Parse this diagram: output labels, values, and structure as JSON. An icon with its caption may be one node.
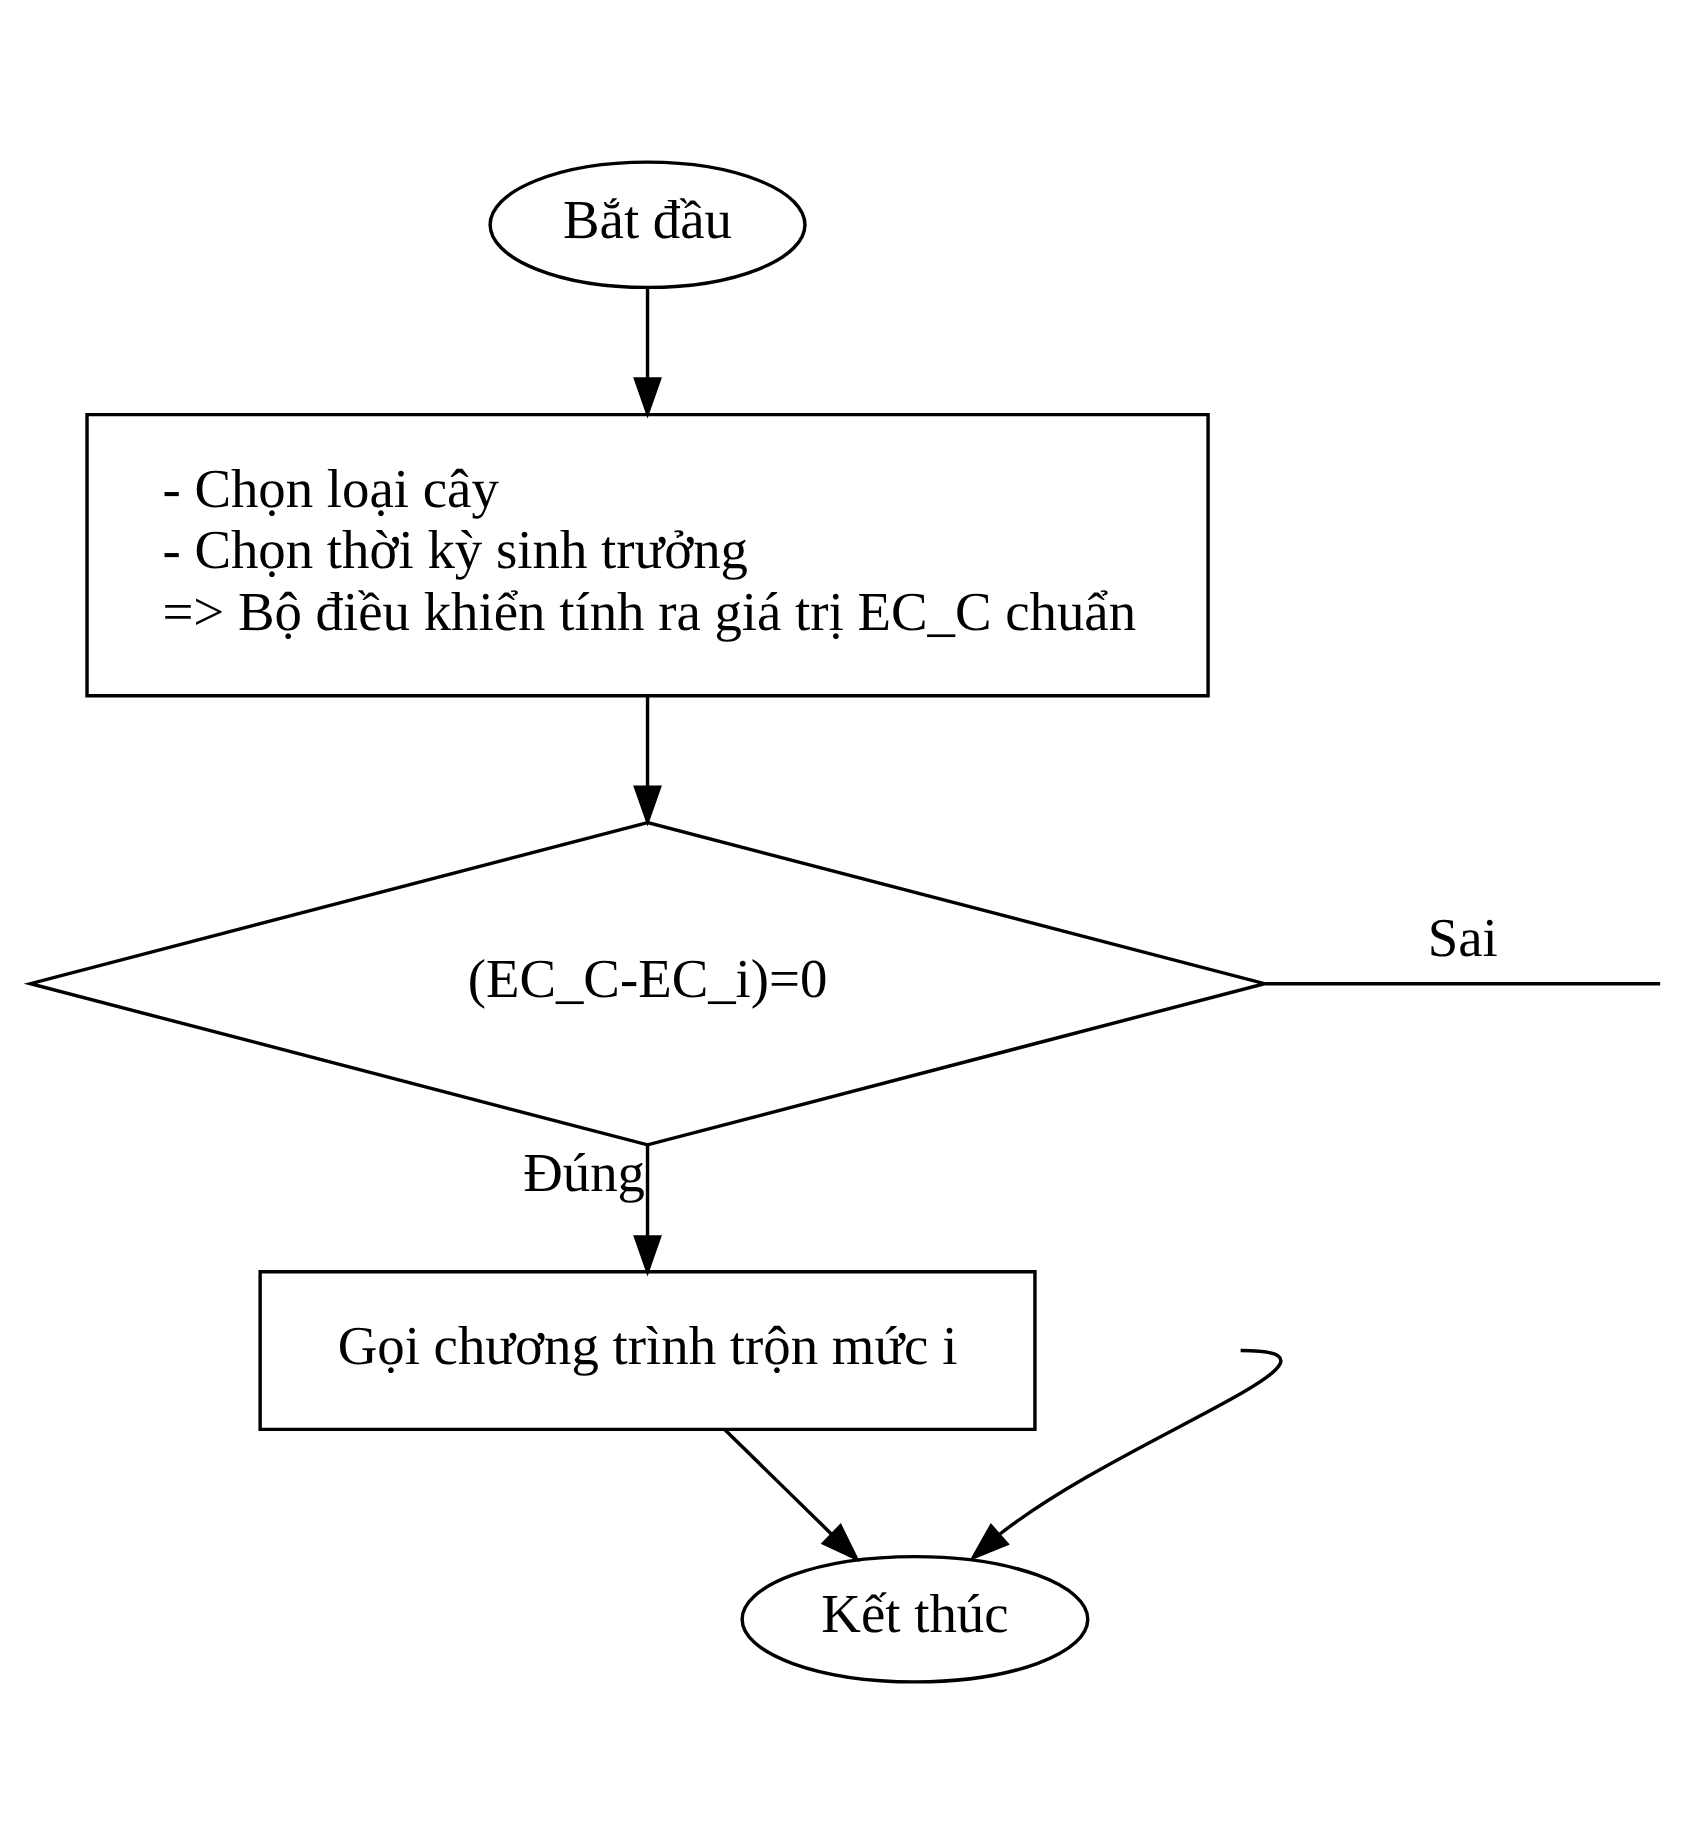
{
  "diagram": {
    "nodes": [
      {
        "text": [
          "Bắt đầu"
        ]
      },
      {
        "text": [
          "- Chọn loại cây",
          "- Chọn thời kỳ sinh trưởng",
          "=> Bộ điều khiển tính ra giá trị EC_C chuẩn"
        ]
      },
      {
        "text": [
          "(EC_C-EC_i)=0"
        ]
      },
      {
        "text": [
          "Gọi chương trình trộn mức i"
        ]
      },
      {
        "text": [
          "Kết thúc"
        ]
      }
    ],
    "edges": [
      {
        "from": 0,
        "to": 1,
        "arrow": "to"
      },
      {
        "from": 1,
        "to": 2,
        "arrow": "to"
      },
      {
        "from": 2,
        "to": 3,
        "arrow": "to",
        "label": "Đúng"
      },
      {
        "from": 2,
        "to": null,
        "arrow": "none",
        "label": "Sai"
      },
      {
        "from": 3,
        "to": 4,
        "arrow": "to"
      },
      {
        "from": null,
        "to": 4,
        "arrow": "to"
      }
    ]
  }
}
